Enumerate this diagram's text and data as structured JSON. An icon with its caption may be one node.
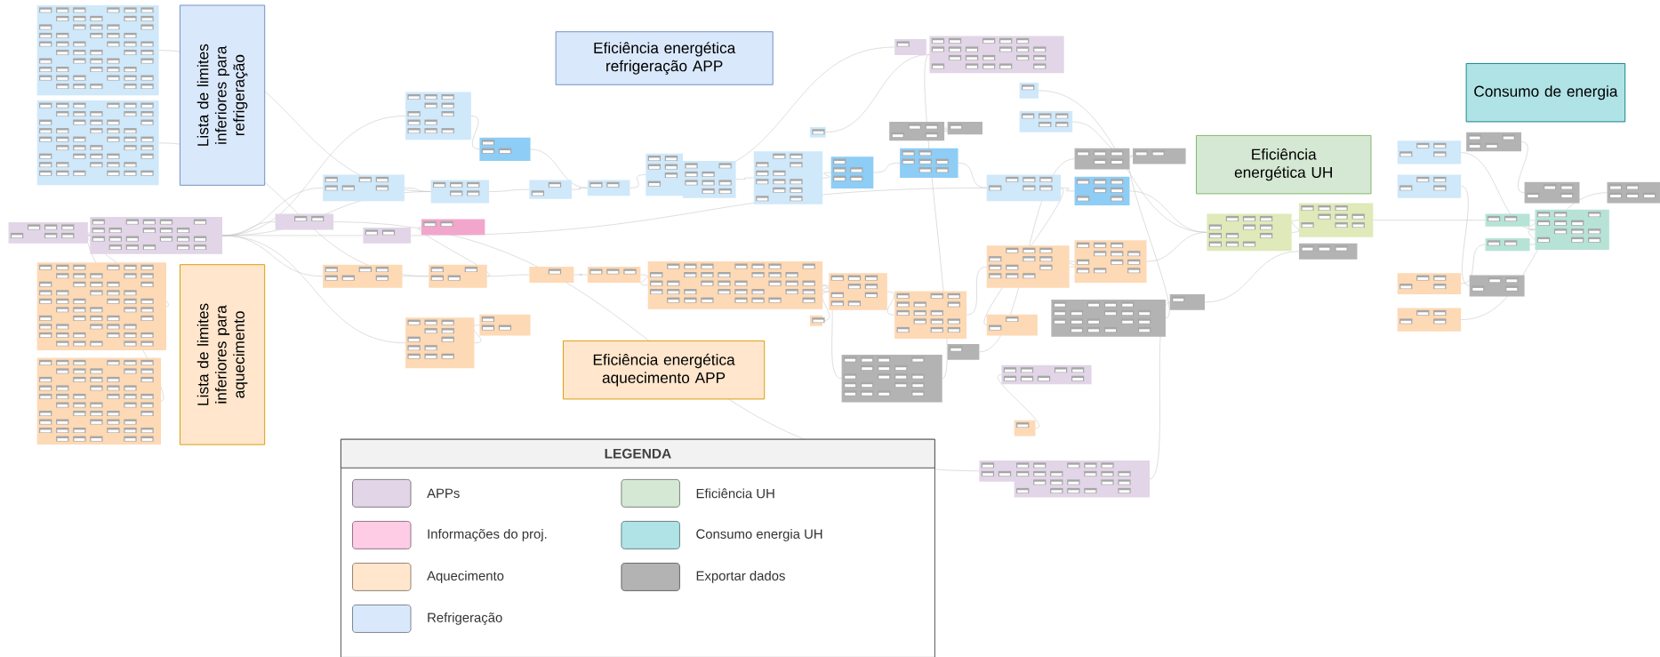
{
  "diagram": {
    "nodes": [
      {
        "text": [
          "Lista de limites inferiores para refrigeração"
        ]
      },
      {
        "text": [
          "Eficiência energética refrigeração APP"
        ]
      },
      {
        "text": [
          "Consumo de energia"
        ]
      },
      {
        "text": [
          "Eficiência energética UH"
        ]
      },
      {
        "text": [
          "Lista de limites inferiores para aquecimento"
        ]
      },
      {
        "text": [
          "Eficiência energética aquecimento APP"
        ]
      }
    ],
    "labels": [
      "LEGENDA"
    ],
    "legend": [
      {
        "text": "APPs",
        "color": "#e1d5e7"
      },
      {
        "text": "Informações do proj.",
        "color": "#ffcce6"
      },
      {
        "text": "Aquecimento",
        "color": "#ffe6cc"
      },
      {
        "text": "Refrigeração",
        "color": "#dae8fc"
      },
      {
        "text": "Eficiência UH",
        "color": "#d5e8d4"
      },
      {
        "text": "Consumo energia UH",
        "color": "#b0e3e6"
      },
      {
        "text": "Exportar dados",
        "color": "#b3b3b3"
      }
    ]
  }
}
